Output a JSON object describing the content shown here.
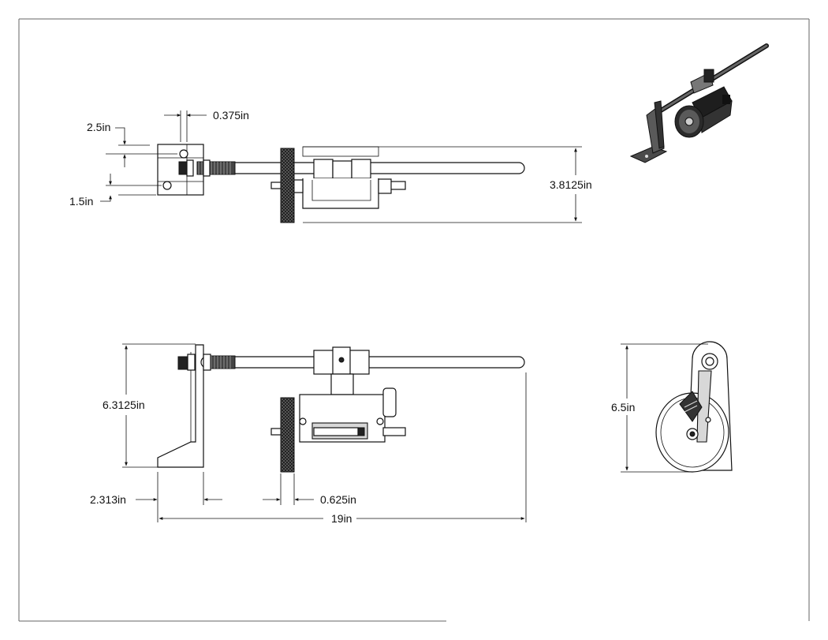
{
  "dimensions": {
    "top_hole_offset": "2.5in",
    "bottom_hole_offset": "1.5in",
    "bracket_thickness": "0.375in",
    "top_view_height": "3.8125in",
    "front_view_height": "6.3125in",
    "base_width": "2.313in",
    "wheel_width": "0.625in",
    "overall_length": "19in",
    "side_view_height": "6.5in"
  },
  "colors": {
    "line": "#111111",
    "shade": "#d8d8d8",
    "dark": "#222222",
    "border": "#666666"
  }
}
